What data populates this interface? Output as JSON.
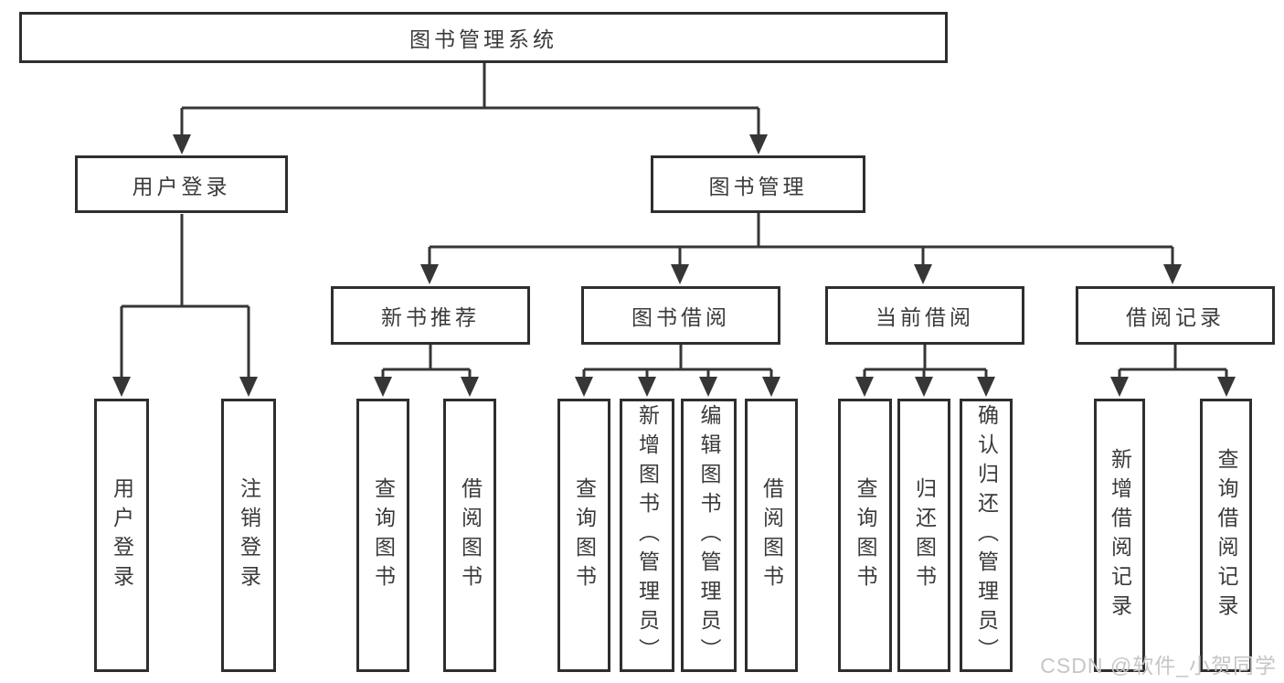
{
  "diagram_title": "图书管理系统",
  "colors": {
    "background": "#ffffff",
    "line": "#363636",
    "box_border": "#2e2e2e",
    "text": "#3a3a3a",
    "watermark": "#c6c6c6"
  },
  "tree": {
    "root": {
      "label": "图书管理系统",
      "children": [
        {
          "label": "用户登录",
          "children": [
            {
              "label": "用户登录"
            },
            {
              "label": "注销登录"
            }
          ]
        },
        {
          "label": "图书管理",
          "children": [
            {
              "label": "新书推荐",
              "children": [
                {
                  "label": "查询图书"
                },
                {
                  "label": "借阅图书"
                }
              ]
            },
            {
              "label": "图书借阅",
              "children": [
                {
                  "label": "查询图书"
                },
                {
                  "label": "新增图书（管理员）"
                },
                {
                  "label": "编辑图书（管理员）"
                },
                {
                  "label": "借阅图书"
                }
              ]
            },
            {
              "label": "当前借阅",
              "children": [
                {
                  "label": "查询图书"
                },
                {
                  "label": "归还图书"
                },
                {
                  "label": "确认归还（管理员）"
                }
              ]
            },
            {
              "label": "借阅记录",
              "children": [
                {
                  "label": "新增借阅记录"
                },
                {
                  "label": "查询借阅记录"
                }
              ]
            }
          ]
        }
      ]
    }
  },
  "watermark": {
    "text": "CSDN @软件_小贺同学"
  }
}
